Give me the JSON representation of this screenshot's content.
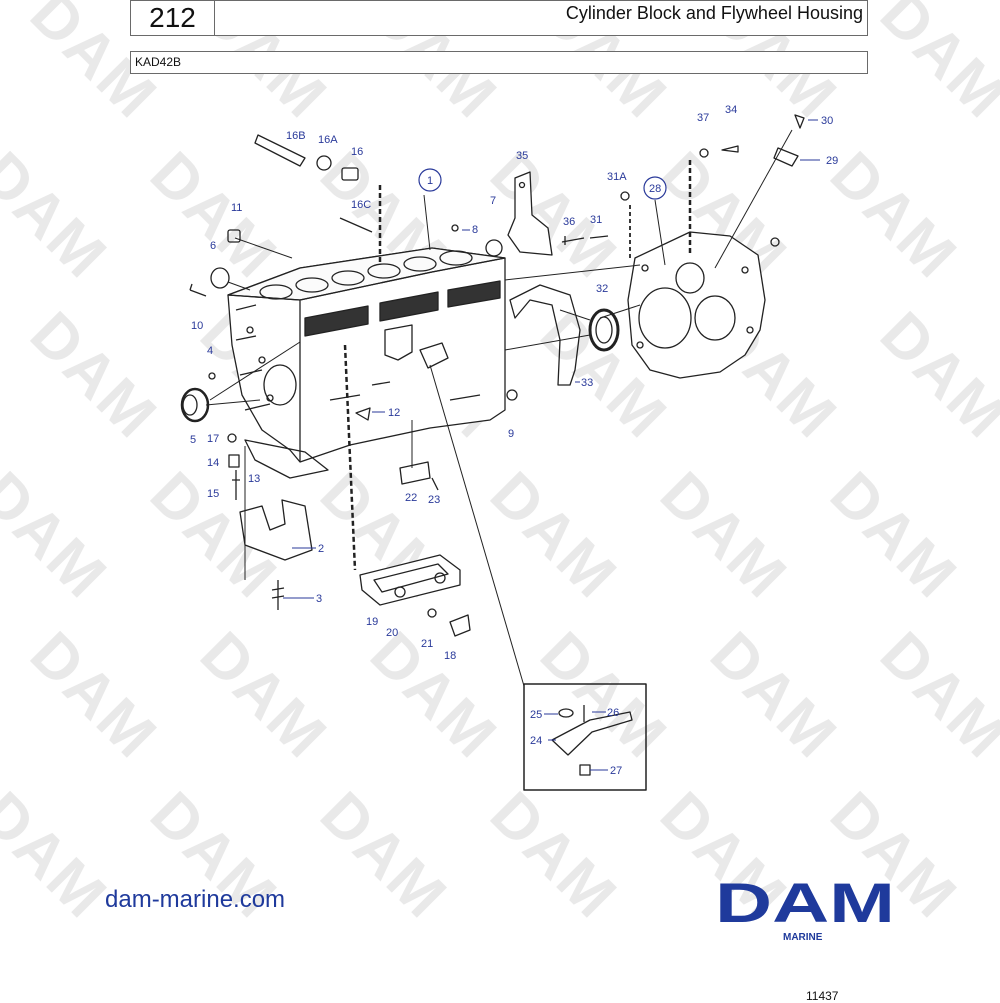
{
  "header": {
    "page_number": "212",
    "title": "Cylinder Block and Flywheel Housing"
  },
  "model": "KAD42B",
  "watermark_text": "DAM",
  "diagram": {
    "part_labels": [
      "16B",
      "16A",
      "16",
      "16C",
      "11",
      "6",
      "10",
      "4",
      "5",
      "17",
      "14",
      "13",
      "15",
      "2",
      "3",
      "1",
      "8",
      "7",
      "35",
      "36",
      "31",
      "31A",
      "37",
      "34",
      "30",
      "29",
      "28",
      "32",
      "33",
      "12",
      "9",
      "22",
      "23",
      "19",
      "20",
      "21",
      "18",
      "25",
      "26",
      "24",
      "27"
    ]
  },
  "footer": {
    "website": "dam-marine.com",
    "logo_text": "DAM",
    "logo_sub": "MARINE",
    "document_number": "11437"
  },
  "colors": {
    "brand_blue": "#1f3a9c",
    "label_blue": "#2a3a9a",
    "watermark": "#e9e9e9"
  }
}
